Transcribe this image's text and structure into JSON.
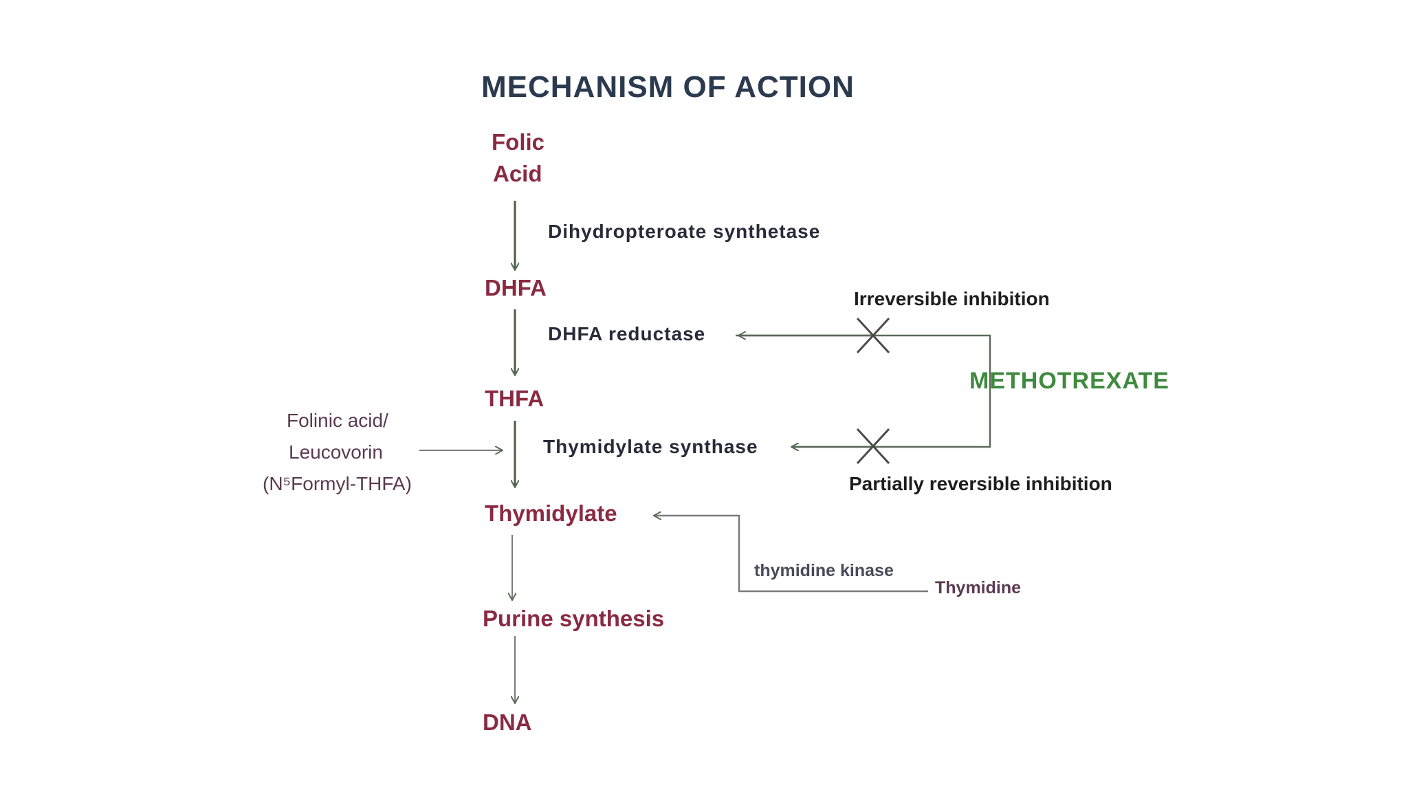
{
  "diagram": {
    "title": "MECHANISM OF ACTION",
    "nodes": {
      "folic_acid_line1": "Folic",
      "folic_acid_line2": "Acid",
      "dhfa": "DHFA",
      "thfa": "THFA",
      "thymidylate": "Thymidylate",
      "purine_synthesis": "Purine synthesis",
      "dna": "DNA"
    },
    "enzymes": {
      "dihydropteroate_synthetase": "Dihydropteroate synthetase",
      "dhfa_reductase": "DHFA reductase",
      "thymidylate_synthase": "Thymidylate synthase",
      "thymidine_kinase": "thymidine kinase"
    },
    "drug": "METHOTREXATE",
    "inhibition": {
      "irreversible": "Irreversible inhibition",
      "partially_reversible": "Partially reversible inhibition"
    },
    "folinic_acid": {
      "line1": "Folinic acid/",
      "line2": "Leucovorin",
      "line3": "(N⁵Formyl-THFA)"
    },
    "thymidine": "Thymidine",
    "colors": {
      "title": "#2b3a4e",
      "node": "#8a2a42",
      "drug": "#3e8a3e",
      "line": "#5a6a5a"
    }
  }
}
